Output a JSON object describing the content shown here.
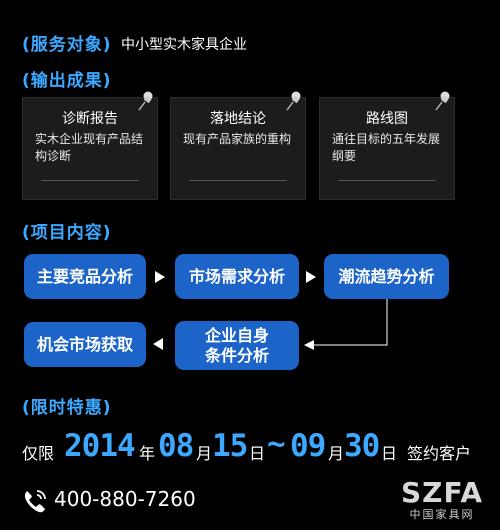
{
  "service": {
    "label": "(服务对象)",
    "text": "中小型实木家具企业"
  },
  "output": {
    "label": "(输出成果)",
    "cards": [
      {
        "title": "诊断报告",
        "desc": "实木企业现有产品结构诊断",
        "icon": "pushpin-icon"
      },
      {
        "title": "落地结论",
        "desc": "现有产品家族的重构",
        "icon": "pushpin-icon"
      },
      {
        "title": "路线图",
        "desc": "通往目标的五年发展纲要",
        "icon": "pushpin-icon"
      }
    ]
  },
  "project": {
    "label": "(项目内容)",
    "steps": [
      "主要竞品分析",
      "市场需求分析",
      "潮流趋势分析",
      "企业自身",
      "条件分析",
      "机会市场获取"
    ]
  },
  "promo": {
    "label": "(限时特惠)",
    "prefix": "仅限",
    "year": "2014",
    "year_unit": "年",
    "m1": "08",
    "month_unit1": "月",
    "d1": "15",
    "day_unit1": "日",
    "tilde": "~",
    "m2": "09",
    "month_unit2": "月",
    "d2": "30",
    "day_unit2": "日",
    "suffix": "签约客户"
  },
  "contact": {
    "phone": "400-880-7260",
    "icon": "phone-icon"
  },
  "watermark": {
    "big": "SZFA",
    "small": "中国家具网"
  },
  "colors": {
    "accent": "#3da8ff",
    "box": "#1d64c9",
    "background": "#000000"
  }
}
